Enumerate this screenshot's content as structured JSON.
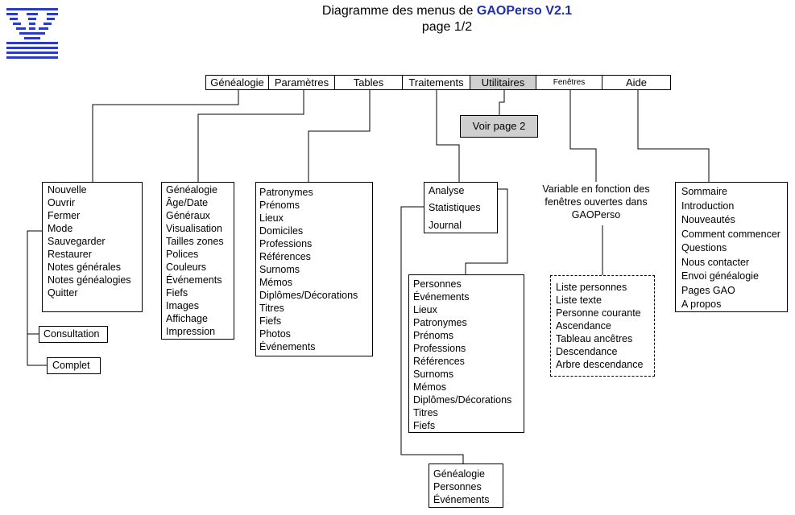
{
  "title": {
    "prefix": "Diagramme des menus de",
    "brand": "GAOPerso V2.1",
    "subtitle": "page 1/2"
  },
  "colors": {
    "brand": "#1f2fa8",
    "logo": "#2b3bc4",
    "active_menu": "#cfcfcf"
  },
  "logo": {
    "icon": "gao-logo-icon"
  },
  "menubar": {
    "items": [
      {
        "label": "Généalogie"
      },
      {
        "label": "Paramètres"
      },
      {
        "label": "Tables"
      },
      {
        "label": "Traitements"
      },
      {
        "label": "Utilitaires"
      },
      {
        "label": "Fenêtres"
      },
      {
        "label": "Aide"
      }
    ]
  },
  "voir_page": "Voir page 2",
  "genealogie_menu": [
    "Nouvelle",
    "Ouvrir",
    "Fermer",
    "Mode",
    "Sauvegarder",
    "Restaurer",
    "Notes générales",
    "Notes généalogies",
    "Quitter"
  ],
  "mode_submenu": [
    "Consultation",
    "Complet"
  ],
  "parametres_menu": [
    "Généalogie",
    "Âge/Date",
    "Généraux",
    "Visualisation",
    "Tailles zones",
    "Polices",
    "Couleurs",
    "Événements",
    "Fiefs",
    "Images",
    "Affichage",
    "Impression"
  ],
  "tables_menu": [
    "Patronymes",
    "Prénoms",
    "Lieux",
    "Domiciles",
    "Professions",
    "Références",
    "Surnoms",
    "Mémos",
    "Diplômes/Décorations",
    "Titres",
    "Fiefs",
    "Photos",
    "Événements"
  ],
  "traitements_menu": [
    "Analyse",
    "Statistiques",
    "Journal"
  ],
  "analyse_submenu": [
    "Personnes",
    "Événements",
    "Lieux",
    "Patronymes",
    "Prénoms",
    "Professions",
    "Références",
    "Surnoms",
    "Mémos",
    "Diplômes/Décorations",
    "Titres",
    "Fiefs"
  ],
  "statistiques_submenu": [
    "Généalogie",
    "Personnes",
    "Événements"
  ],
  "fenetres_note": [
    "Variable en fonction des",
    "fenêtres ouvertes dans",
    "GAOPerso"
  ],
  "fenetres_menu": [
    "Liste personnes",
    "Liste texte",
    "Personne courante",
    "Ascendance",
    "Tableau ancêtres",
    "Descendance",
    "Arbre descendance"
  ],
  "aide_menu": [
    "Sommaire",
    "Introduction",
    "Nouveautés",
    "Comment commencer",
    "Questions",
    "Nous contacter",
    "Envoi généalogie",
    "Pages GAO",
    "A propos"
  ]
}
